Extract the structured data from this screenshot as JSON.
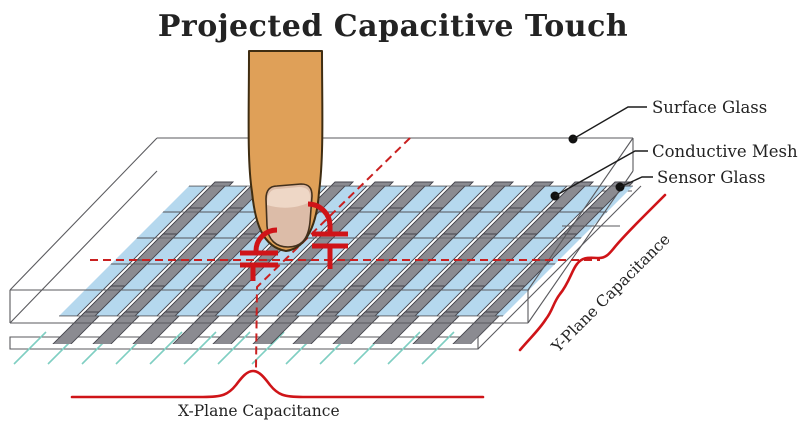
{
  "title": "Projected Capacitive Touch",
  "callouts": {
    "surface": "Surface Glass",
    "mesh": "Conductive Mesh",
    "sensor": "Sensor Glass"
  },
  "axes": {
    "x_label": "X-Plane Capacitance",
    "y_label": "Y-Plane Capacitance"
  },
  "colors": {
    "mesh_blue": "#b5d8ee",
    "mesh_gray": "#8b8b91",
    "cell_outline": "#45454d",
    "glass_line": "#5a5a5e",
    "red": "#cf1418",
    "dashed_red": "#c92020",
    "teal": "#7fcfc2",
    "finger": "#dfa058",
    "finger_outline": "#3f2d12",
    "nail": "#dcbca8",
    "nail_light": "#eed7c6",
    "text": "#232323"
  }
}
